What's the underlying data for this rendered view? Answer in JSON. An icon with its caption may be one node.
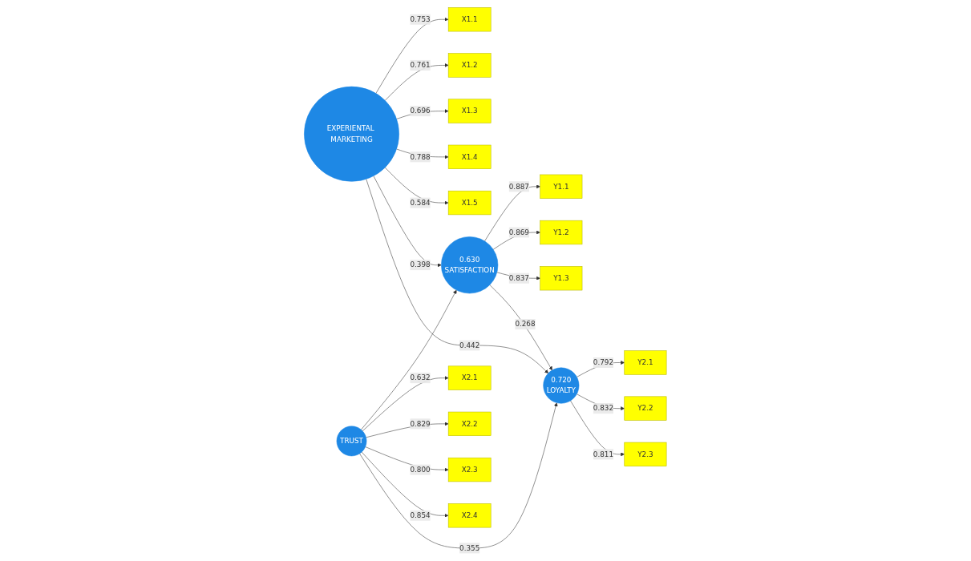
{
  "diagram": {
    "nodes": [
      {
        "text": [
          "X1.1"
        ]
      },
      {
        "text": [
          "X1.2"
        ]
      },
      {
        "text": [
          "X1.3"
        ]
      },
      {
        "text": [
          "X1.4"
        ]
      },
      {
        "text": [
          "X1.5"
        ]
      },
      {
        "text": [
          "EXPERIENTAL MARKETING"
        ]
      },
      {
        "text": [
          "0.630",
          "SATISFACTION"
        ]
      },
      {
        "text": [
          "Y1.1"
        ]
      },
      {
        "text": [
          "Y1.2"
        ]
      },
      {
        "text": [
          "Y1.3"
        ]
      },
      {
        "text": [
          "X2.1"
        ]
      },
      {
        "text": [
          "X2.2"
        ]
      },
      {
        "text": [
          "X2.3"
        ]
      },
      {
        "text": [
          "X2.4"
        ]
      },
      {
        "text": [
          "TRUST"
        ]
      },
      {
        "text": [
          "0.720",
          "LOYALTY"
        ]
      },
      {
        "text": [
          "Y2.1"
        ]
      },
      {
        "text": [
          "Y2.2"
        ]
      },
      {
        "text": [
          "Y2.3"
        ]
      }
    ],
    "edges": [
      {
        "from": 5,
        "to": 0,
        "arrow": "to",
        "label": "0.753"
      },
      {
        "from": 5,
        "to": 1,
        "arrow": "to",
        "label": "0.761"
      },
      {
        "from": 5,
        "to": 2,
        "arrow": "to",
        "label": "0.696"
      },
      {
        "from": 5,
        "to": 3,
        "arrow": "to",
        "label": "0.788"
      },
      {
        "from": 5,
        "to": 4,
        "arrow": "to",
        "label": "0.584"
      },
      {
        "from": 5,
        "to": 6,
        "arrow": "to",
        "label": "0.398"
      },
      {
        "from": 6,
        "to": 7,
        "arrow": "to",
        "label": "0.887"
      },
      {
        "from": 6,
        "to": 8,
        "arrow": "to",
        "label": "0.869"
      },
      {
        "from": 6,
        "to": 9,
        "arrow": "to",
        "label": "0.837"
      },
      {
        "from": 5,
        "to": 15,
        "arrow": "to",
        "label": "0.442"
      },
      {
        "from": 14,
        "to": 6,
        "arrow": "to"
      },
      {
        "from": 6,
        "to": 15,
        "arrow": "to",
        "label": "0.268"
      },
      {
        "from": 14,
        "to": 10,
        "arrow": "to",
        "label": "0.632"
      },
      {
        "from": 14,
        "to": 11,
        "arrow": "to",
        "label": "0.829"
      },
      {
        "from": 14,
        "to": 12,
        "arrow": "to",
        "label": "0.800"
      },
      {
        "from": 14,
        "to": 13,
        "arrow": "to",
        "label": "0.854"
      },
      {
        "from": 14,
        "to": 15,
        "arrow": "to",
        "label": "0.355"
      },
      {
        "from": 15,
        "to": 16,
        "arrow": "to",
        "label": "0.792"
      },
      {
        "from": 15,
        "to": 17,
        "arrow": "to",
        "label": "0.832"
      },
      {
        "from": 15,
        "to": 18,
        "arrow": "to",
        "label": "0.811"
      }
    ]
  }
}
